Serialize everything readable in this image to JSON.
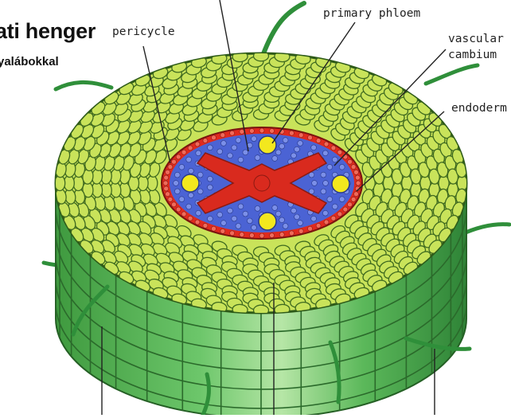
{
  "title": "ati henger",
  "subtitle": "yalábokkal",
  "labels": {
    "pericycle": "pericycle",
    "primary_phloem": "primary phloem",
    "vascular_line1": "vascular",
    "vascular_line2": "cambium",
    "endodermis": "endoderm"
  },
  "colors": {
    "cortex_cell": "#c9e35a",
    "cortex_wall": "#3f6a1f",
    "epidermis_side": "#4fb54f",
    "pericycle_ring": "#e02a1e",
    "phloem_blue": "#4b63d4",
    "xylem_red": "#d92a1e",
    "phloem_yellow": "#f3e81e",
    "root_hair": "#2f8f3a"
  }
}
